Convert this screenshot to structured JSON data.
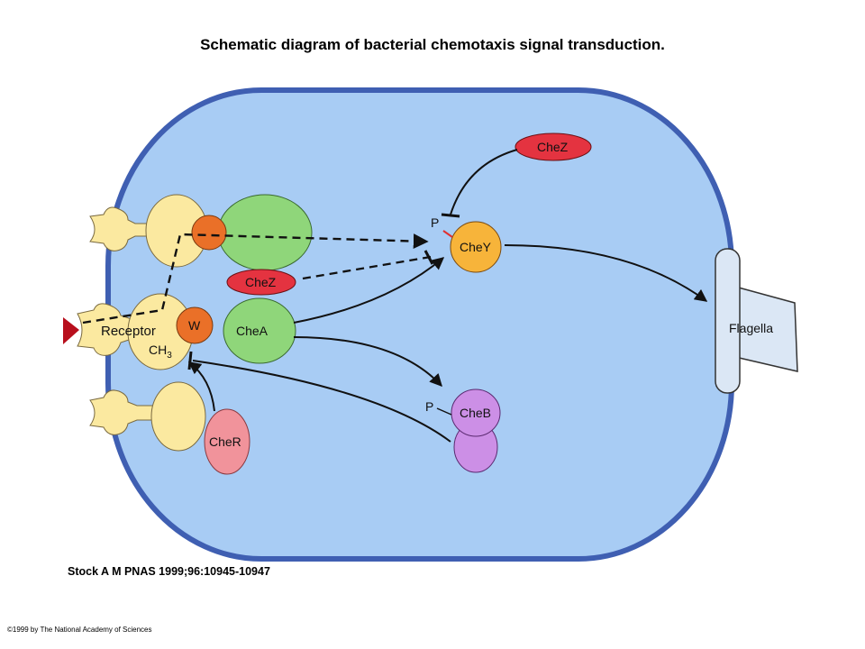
{
  "title": "Schematic diagram of bacterial chemotaxis signal transduction.",
  "labels": {
    "chez_top": "CheZ",
    "chez_mid": "CheZ",
    "chey": "CheY",
    "cheb": "CheB",
    "chea": "CheA",
    "cher": "CheR",
    "w": "W",
    "receptor": "Receptor",
    "ch3_main": "CH",
    "ch3_sub": "3",
    "flagella": "Flagella",
    "p_chey": "P",
    "p_cheb": "P"
  },
  "citation": "Stock A M PNAS 1999;96:10945-10947",
  "copyright": "©1999 by The National Academy of Sciences",
  "colors": {
    "cell_fill": "#a8ccf4",
    "cell_membrane": "#3f5fb2",
    "receptor": "#fbe9a0",
    "chea": "#8fd67a",
    "chez": "#e43340",
    "chey": "#f7b43a",
    "cheb": "#cc8fe6",
    "cher": "#f1939b",
    "w": "#ea7028",
    "ligand": "#b80f1d",
    "flagella": "#dbe7f5"
  }
}
